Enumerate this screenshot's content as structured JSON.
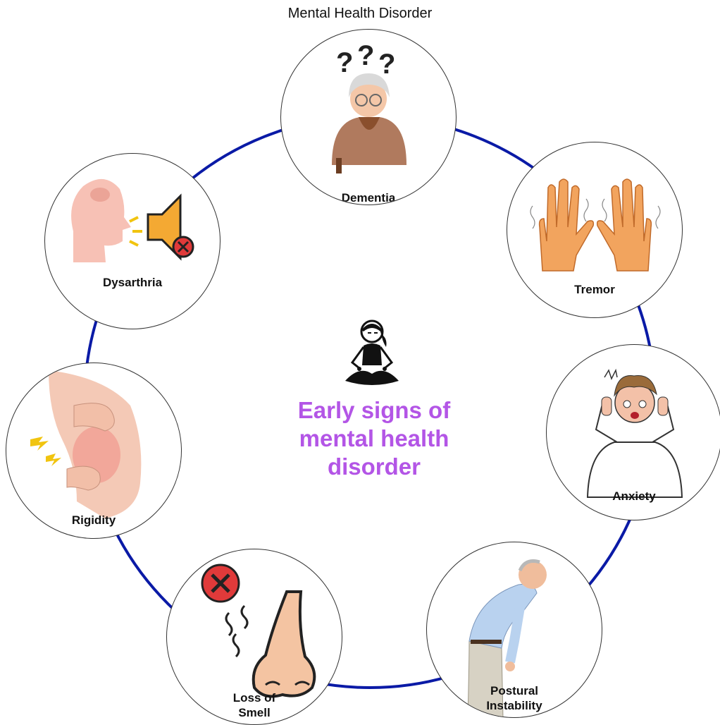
{
  "title": "Mental Health Disorder",
  "center": {
    "icon": "meditation-icon",
    "text_lines": [
      "Early signs of",
      "mental health",
      "disorder"
    ],
    "text_color": "#b355e6"
  },
  "ring_color": "#0a1aa6",
  "nodes": [
    {
      "id": "dementia",
      "label_lines": [
        "Dementia"
      ],
      "icon": "confused-elderly-woman-icon"
    },
    {
      "id": "tremor",
      "label_lines": [
        "Tremor"
      ],
      "icon": "shaking-hands-icon"
    },
    {
      "id": "anxiety",
      "label_lines": [
        "Anxiety"
      ],
      "icon": "stressed-man-icon"
    },
    {
      "id": "postural",
      "label_lines": [
        "Postural",
        "Instability"
      ],
      "icon": "stooped-elderly-man-icon"
    },
    {
      "id": "smell",
      "label_lines": [
        "Loss of",
        "Smell"
      ],
      "icon": "nose-crossed-icon"
    },
    {
      "id": "rigidity",
      "label_lines": [
        "Rigidity"
      ],
      "icon": "stiff-knee-icon"
    },
    {
      "id": "dysarthria",
      "label_lines": [
        "Dysarthria"
      ],
      "icon": "muted-speaker-head-icon"
    }
  ]
}
